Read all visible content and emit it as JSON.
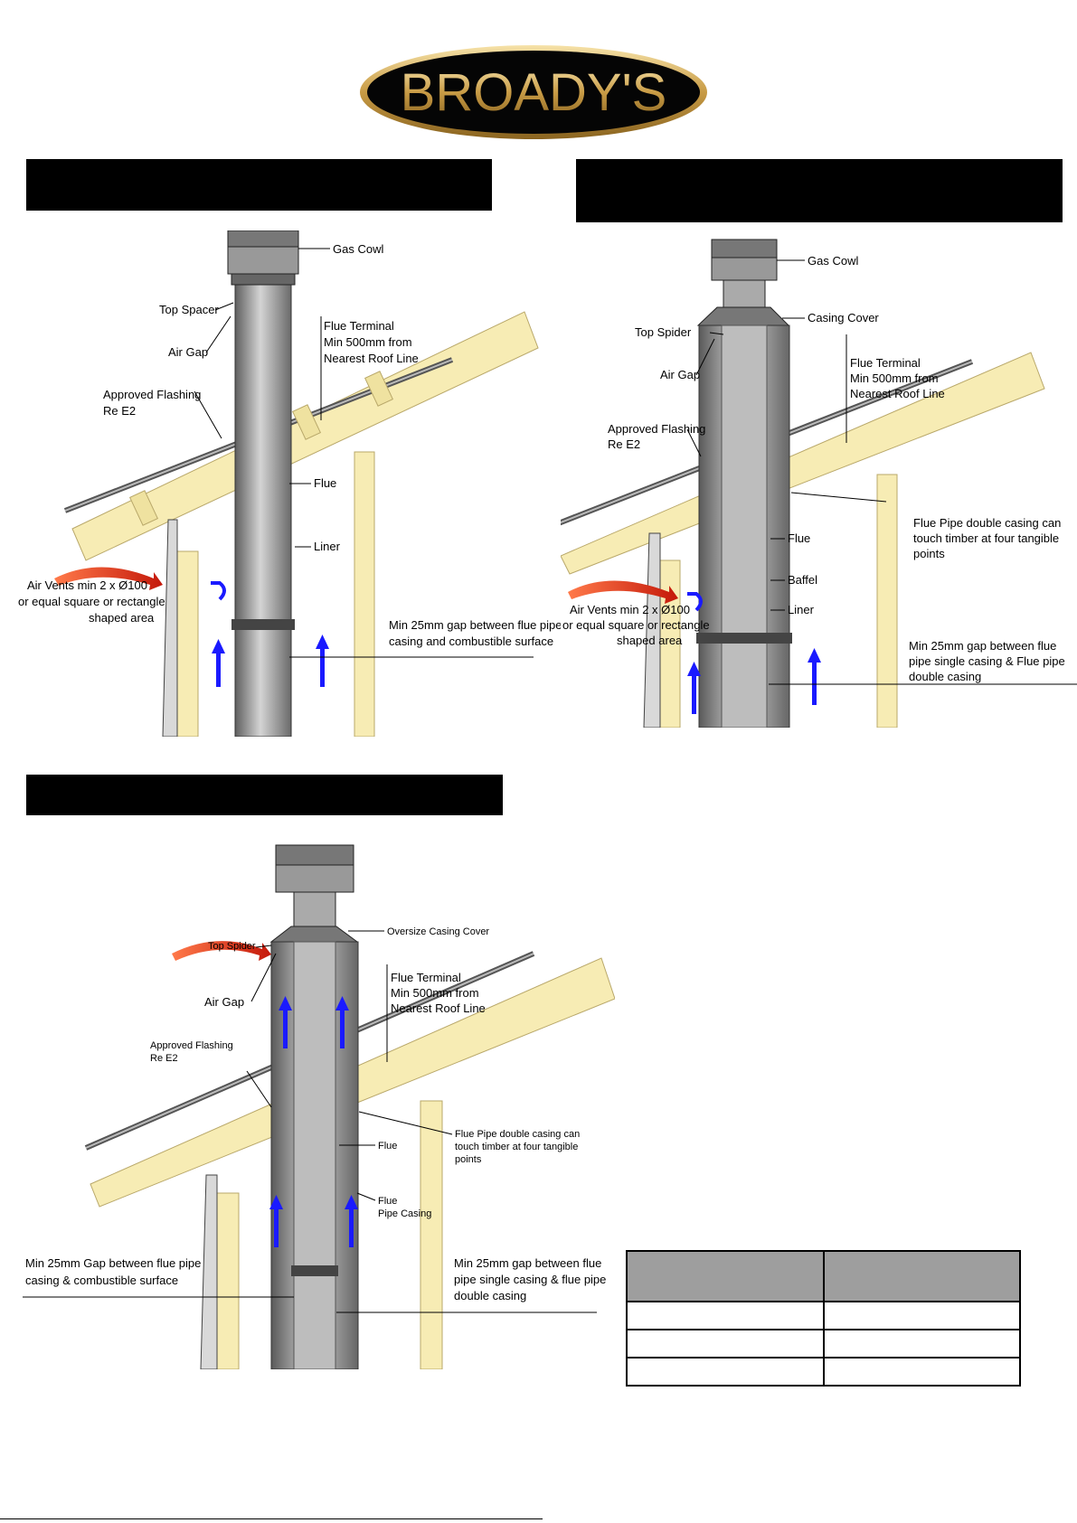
{
  "header": {
    "brand": "BROADY'S"
  },
  "sections": [
    {
      "id": "a",
      "heading": ""
    },
    {
      "id": "b",
      "heading": ""
    },
    {
      "id": "c",
      "heading": ""
    }
  ],
  "diagram_a": {
    "labels": {
      "gas_cowl": "Gas Cowl",
      "top_spacer": "Top Spacer",
      "air_gap": "Air Gap",
      "flue_terminal_1": "Flue Terminal",
      "flue_terminal_2": "Min 500mm from",
      "flue_terminal_3": "Nearest Roof Line",
      "flashing_1": "Approved Flashing",
      "flashing_2": "Re E2",
      "flue": "Flue",
      "liner": "Liner",
      "vents_1": "Air Vents min 2 x Ø100",
      "vents_2": "or equal square or rectangle",
      "vents_3": "shaped area",
      "gap_1": "Min 25mm gap between flue pipe",
      "gap_2": "casing and combustible surface"
    }
  },
  "diagram_b": {
    "labels": {
      "gas_cowl": "Gas Cowl",
      "casing_cover": "Casing Cover",
      "top_spider": "Top Spider",
      "air_gap": "Air Gap",
      "flue_terminal_1": "Flue Terminal",
      "flue_terminal_2": "Min 500mm from",
      "flue_terminal_3": "Nearest Roof Line",
      "flashing_1": "Approved Flashing",
      "flashing_2": "Re E2",
      "double_1": "Flue Pipe double casing can",
      "double_2": "touch timber at four tangible",
      "double_3": "points",
      "flue": "Flue",
      "baffel": "Baffel",
      "liner": "Liner",
      "vents_1": "Air Vents min 2 x Ø100",
      "vents_2": "or equal square or rectangle",
      "vents_3": "shaped area",
      "gap_1": "Min 25mm gap between flue",
      "gap_2": "pipe single casing & Flue pipe",
      "gap_3": "double casing"
    }
  },
  "diagram_c": {
    "labels": {
      "oversize_cover": "Oversize Casing Cover",
      "top_spider": "Top Spider",
      "air_gap": "Air Gap",
      "flue_terminal_1": "Flue Terminal",
      "flue_terminal_2": "Min 500mm from",
      "flue_terminal_3": "Nearest Roof Line",
      "flashing_1": "Approved Flashing",
      "flashing_2": "Re E2",
      "double_1": "Flue Pipe double casing can",
      "double_2": "touch timber at four tangible",
      "double_3": "points",
      "flue": "Flue",
      "casing_1": "Flue",
      "casing_2": "Pipe Casing",
      "gap_left_1": "Min 25mm Gap between flue pipe",
      "gap_left_2": "casing & combustible surface",
      "gap_right_1": "Min 25mm gap between flue",
      "gap_right_2": "pipe single casing & flue pipe",
      "gap_right_3": "double casing"
    }
  },
  "table": {
    "headers": [
      "",
      ""
    ],
    "rows": [
      [
        "",
        ""
      ],
      [
        "",
        ""
      ],
      [
        "",
        ""
      ]
    ]
  },
  "colors": {
    "timber": "#f7ecb4",
    "timber_edge": "#b9a86a",
    "pipe": "#a9a9a9",
    "pipe_dark": "#5a5a5a",
    "air_arrow": "#1a1aff",
    "vent_arrow": "#e0321c",
    "table_header": "#9e9e9e",
    "logo_gold": "#e2c98a"
  }
}
